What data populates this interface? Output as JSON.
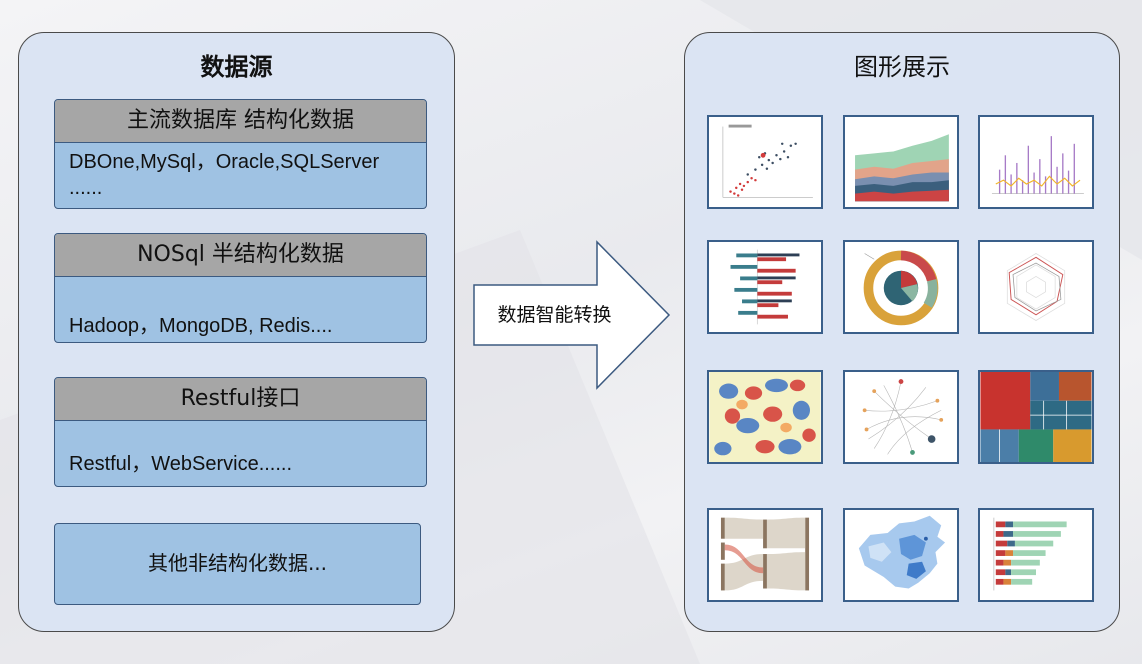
{
  "left_panel": {
    "title": "数据源",
    "sources": [
      {
        "header": "主流数据库 结构化数据",
        "body": "DBOne,MySql，Oracle,SQLServer ......"
      },
      {
        "header": "NOSql 半结构化数据",
        "body": "Hadoop，MongoDB, Redis...."
      },
      {
        "header": "Restful接口",
        "body": "Restful，WebService......"
      }
    ],
    "other": "其他非结构化数据..."
  },
  "arrow": {
    "label": "数据智能转换"
  },
  "right_panel": {
    "title": "图形展示",
    "thumbnails": [
      "scatter-chart-icon",
      "stacked-area-chart-icon",
      "bar-line-chart-icon",
      "horizontal-bar-chart-icon",
      "donut-chart-icon",
      "radar-chart-icon",
      "heatmap-chart-icon",
      "network-graph-icon",
      "treemap-chart-icon",
      "sankey-diagram-icon",
      "china-map-icon",
      "stacked-bar-chart-icon"
    ]
  },
  "colors": {
    "panel_bg": "#dbe4f3",
    "box_body": "#9fc2e3",
    "box_header": "#a6a6a6",
    "thumb_border": "#3a5f8a"
  }
}
